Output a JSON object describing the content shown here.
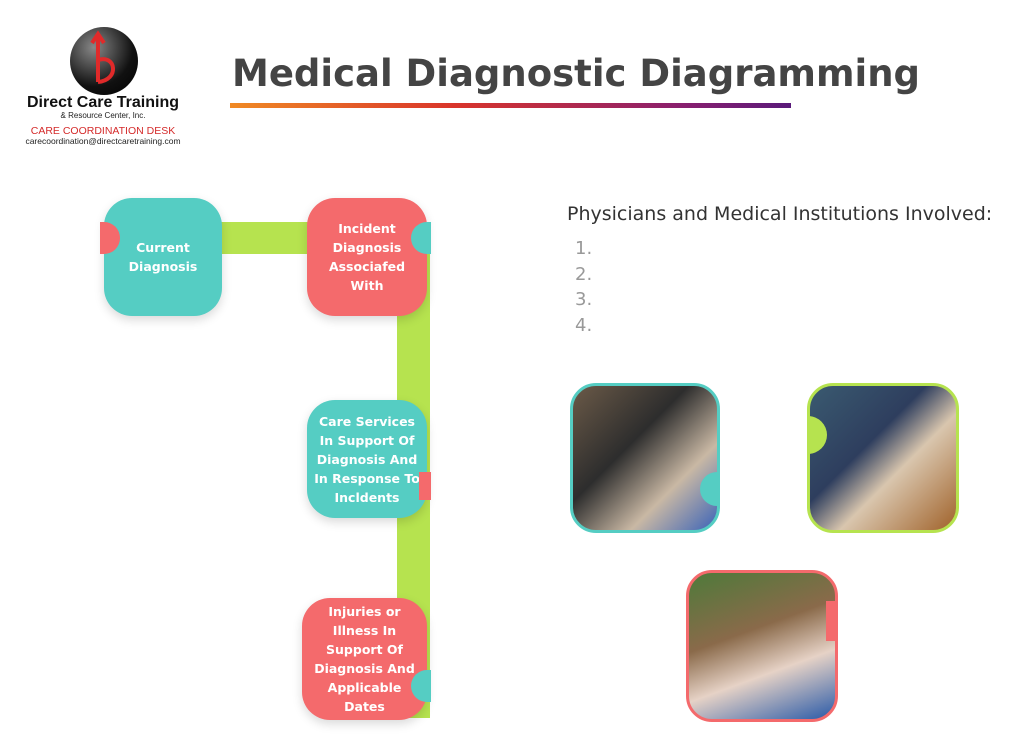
{
  "logo": {
    "name": "Direct Care Training",
    "sub": "& Resource Center, Inc.",
    "desk": "CARE COORDINATION DESK",
    "email": "carecoordination@directcaretraining.com"
  },
  "title": "Medical Diagnostic Diagramming",
  "flow": [
    {
      "label": "Current Diagnosis"
    },
    {
      "label": "Incident Diagnosis Associafed With"
    },
    {
      "label": "Care Services In Support Of Diagnosis And In Response To Incldents"
    },
    {
      "label": "Injuries or Illness In Support Of Diagnosis And Applicable Dates"
    }
  ],
  "physicians": {
    "heading": "Physicians and Medical Institutions Involved:",
    "items": [
      "1.",
      "2.",
      "3.",
      "4."
    ]
  },
  "colors": {
    "teal": "#55cdc3",
    "coral": "#f46a6c",
    "green": "#b6e34f"
  }
}
